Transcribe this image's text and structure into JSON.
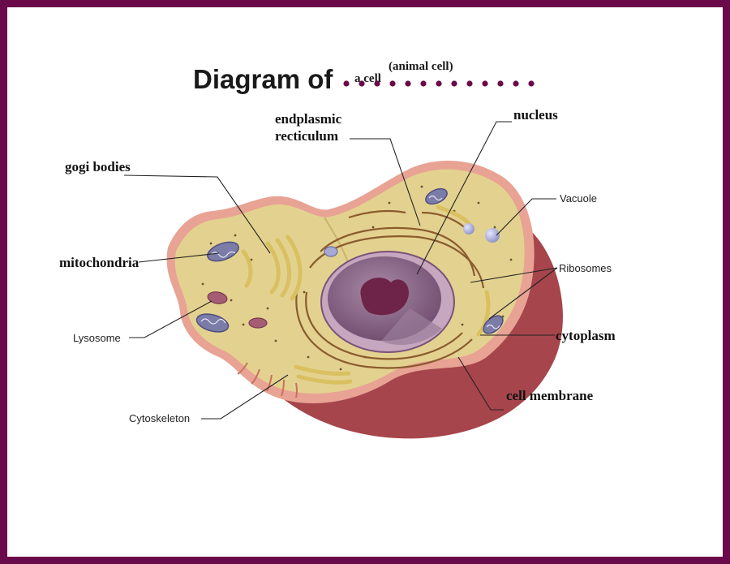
{
  "title": {
    "main": "Diagram of",
    "cell": "a cell",
    "superscript": "(animal cell)"
  },
  "labels": {
    "er_line1": "endplasmic",
    "er_line2": "recticulum",
    "nucleus": "nucleus",
    "golgi": "gogi bodies",
    "vacuole": "Vacuole",
    "mitochondria": "mitochondria",
    "ribosomes": "Ribosomes",
    "lysosome": "Lysosome",
    "cytoplasm": "cytoplasm",
    "cell_membrane": "cell membrane",
    "cytoskeleton": "Cytoskeleton"
  },
  "colors": {
    "frame": "#6b0a4a",
    "dots": "#6b0a4a",
    "cytoplasm": "#e3d28f",
    "membrane": "#e8a394",
    "cell_base": "#a6454b",
    "nucleus": "#8a6386",
    "nucleolus": "#6e2448",
    "mitochondria": "#7b7ca8",
    "lysosome": "#a55d74",
    "vacuole": "#a6a9d2"
  }
}
